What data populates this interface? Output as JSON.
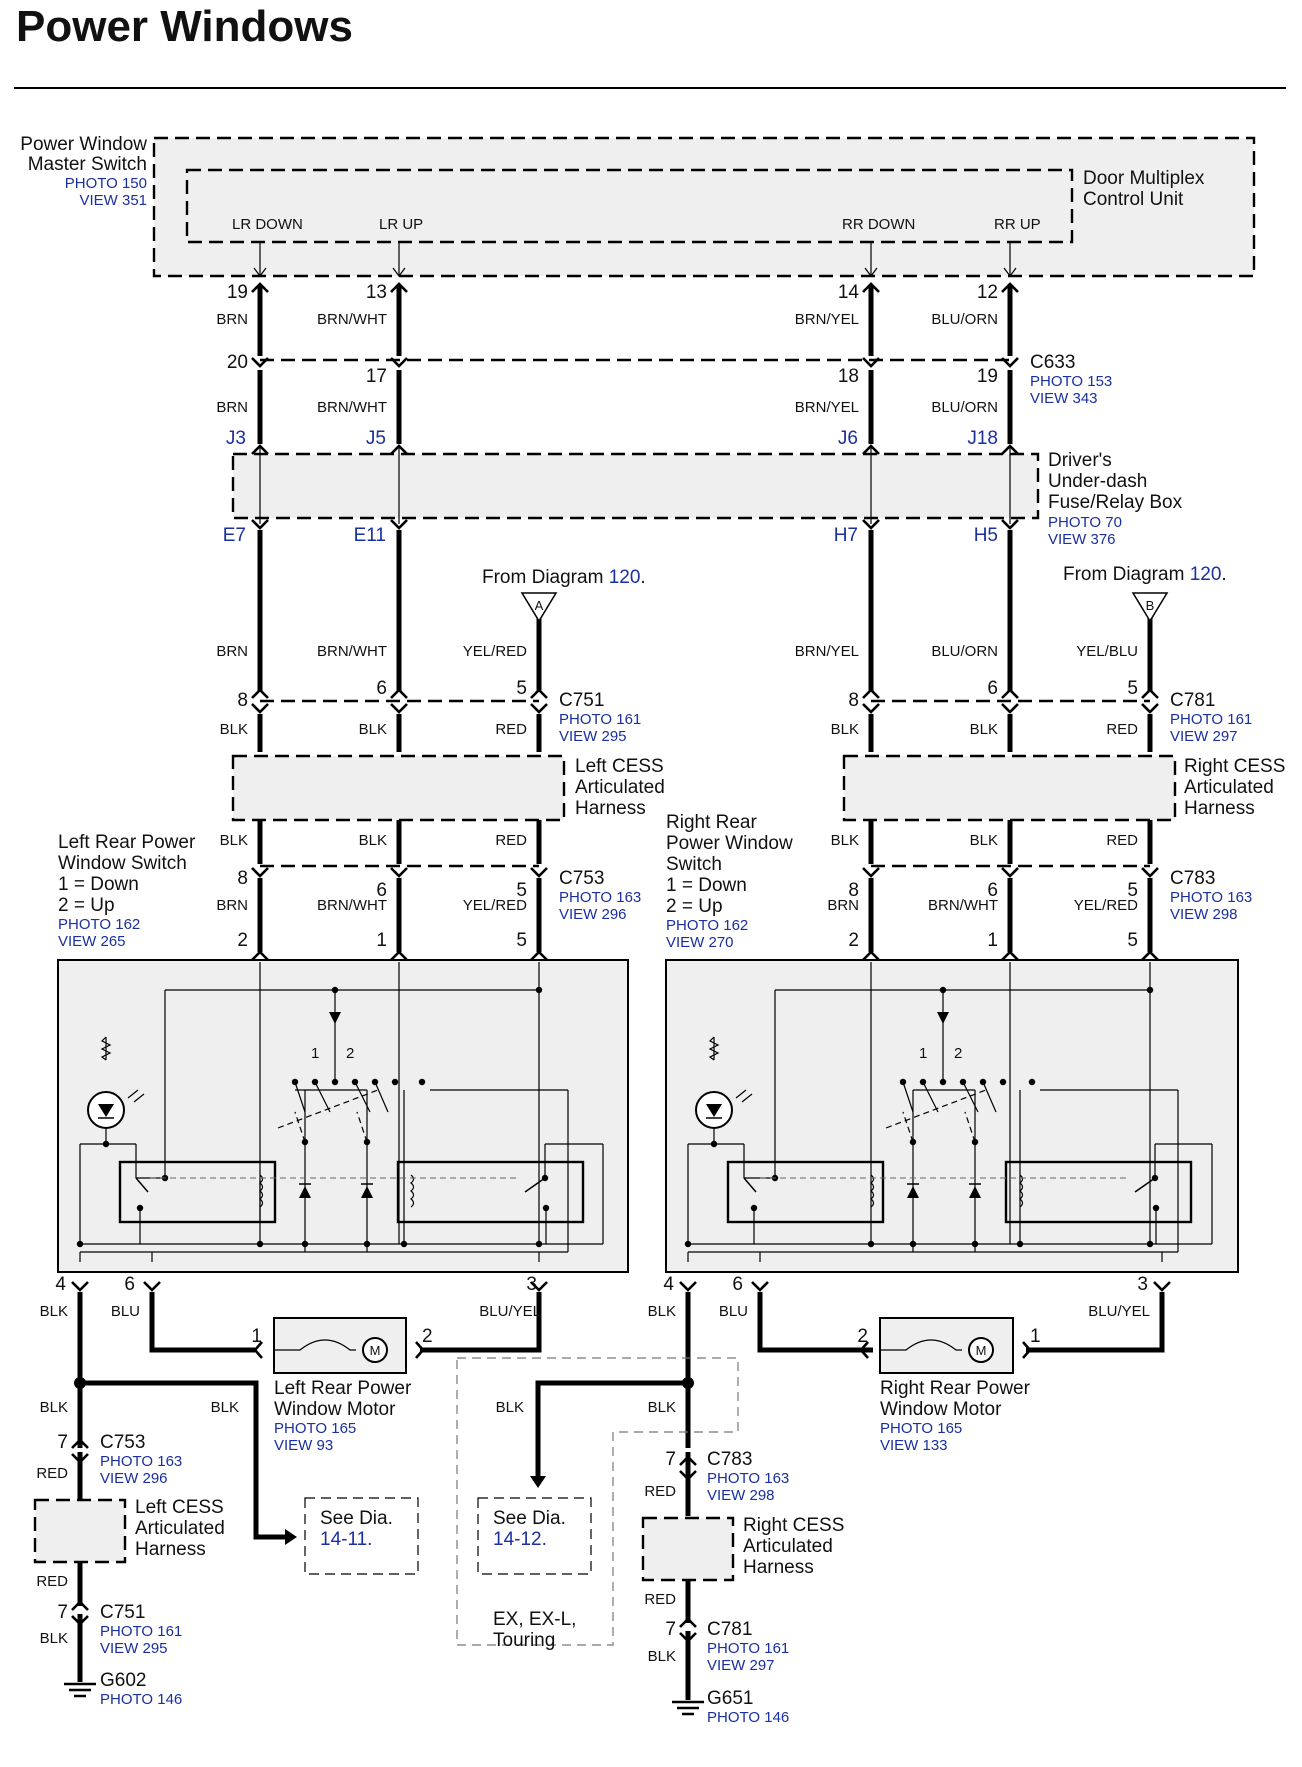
{
  "title": "Power Windows",
  "colors": {
    "wire": "#000000",
    "box_fill": "#efefef",
    "reference_blue": "#1a2fa0"
  },
  "master_switch": {
    "line1": "Power Window",
    "line2": "Master Switch",
    "photo": "PHOTO 150",
    "view": "VIEW 351"
  },
  "door_multiplex": {
    "line1": "Door Multiplex",
    "line2": "Control Unit"
  },
  "signals": {
    "lr_down": "LR DOWN",
    "lr_up": "LR UP",
    "rr_down": "RR DOWN",
    "rr_up": "RR UP"
  },
  "pins": {
    "p19": "19",
    "p13": "13",
    "p14": "14",
    "p12": "12",
    "p20": "20",
    "p17": "17",
    "p18": "18",
    "p19b": "19",
    "left_c751": [
      "8",
      "6",
      "5"
    ],
    "left_c753": [
      "8",
      "6",
      "5"
    ],
    "left_switch": [
      "2",
      "1",
      "5"
    ],
    "right_c781": [
      "8",
      "6",
      "5"
    ],
    "right_c783": [
      "8",
      "6",
      "5"
    ],
    "right_switch": [
      "2",
      "1",
      "5"
    ],
    "left_bottom": [
      "4",
      "6",
      "3"
    ],
    "right_bottom": [
      "4",
      "6",
      "3"
    ],
    "left_motor": [
      "1",
      "2"
    ],
    "right_motor": [
      "2",
      "1"
    ],
    "left_gnd": [
      "7",
      "7"
    ],
    "right_gnd": [
      "7",
      "7"
    ]
  },
  "wires": {
    "brn": "BRN",
    "brn_wht": "BRN/WHT",
    "brn_yel": "BRN/YEL",
    "blu_orn": "BLU/ORN",
    "yel_red": "YEL/RED",
    "yel_blu": "YEL/BLU",
    "blk": "BLK",
    "red": "RED",
    "blu": "BLU",
    "blu_yel": "BLU/YEL"
  },
  "c633": {
    "name": "C633",
    "photo": "PHOTO 153",
    "view": "VIEW 343"
  },
  "junctions": {
    "j3": "J3",
    "j5": "J5",
    "j6": "J6",
    "j18": "J18",
    "e7": "E7",
    "e11": "E11",
    "h7": "H7",
    "h5": "H5"
  },
  "fuse_box": {
    "line1": "Driver's",
    "line2": "Under-dash",
    "line3": "Fuse/Relay Box",
    "photo": "PHOTO 70",
    "view": "VIEW 376"
  },
  "from_a": {
    "prefix": "From Diagram",
    "num": "120",
    "suffix": ".",
    "letter": "A"
  },
  "from_b": {
    "prefix": "From Diagram",
    "num": "120",
    "suffix": ".",
    "letter": "B"
  },
  "c751": {
    "name": "C751",
    "photo": "PHOTO 161",
    "view": "VIEW 295"
  },
  "c753": {
    "name": "C753",
    "photo": "PHOTO 163",
    "view": "VIEW 296"
  },
  "c781": {
    "name": "C781",
    "photo": "PHOTO 161",
    "view": "VIEW 297"
  },
  "c783": {
    "name": "C783",
    "photo": "PHOTO 163",
    "view": "VIEW 298"
  },
  "left_cess": {
    "line1": "Left CESS",
    "line2": "Articulated",
    "line3": "Harness"
  },
  "right_cess": {
    "line1": "Right CESS",
    "line2": "Articulated",
    "line3": "Harness"
  },
  "left_switch": {
    "line1": "Left Rear Power",
    "line2": "Window Switch",
    "line3": "1 = Down",
    "line4": "2 = Up",
    "photo": "PHOTO 162",
    "view": "VIEW 265"
  },
  "right_switch": {
    "line1": "Right Rear",
    "line2": "Power Window",
    "line3": "Switch",
    "line4": "1 = Down",
    "line5": "2 = Up",
    "photo": "PHOTO 162",
    "view": "VIEW 270"
  },
  "switch_positions": {
    "one": "1",
    "two": "2"
  },
  "left_motor": {
    "line1": "Left Rear Power",
    "line2": "Window Motor",
    "photo": "PHOTO 165",
    "view": "VIEW 93",
    "symbol": "M"
  },
  "right_motor": {
    "line1": "Right Rear Power",
    "line2": "Window Motor",
    "photo": "PHOTO 165",
    "view": "VIEW 133",
    "symbol": "M"
  },
  "see_left": {
    "line1": "See  Dia.",
    "line2": "14-11."
  },
  "see_right": {
    "line1": "See  Dia.",
    "line2": "14-12."
  },
  "trim_note": {
    "line1": "EX, EX-L,",
    "line2": "Touring"
  },
  "g602": {
    "name": "G602",
    "photo": "PHOTO 146"
  },
  "g651": {
    "name": "G651",
    "photo": "PHOTO 146"
  }
}
